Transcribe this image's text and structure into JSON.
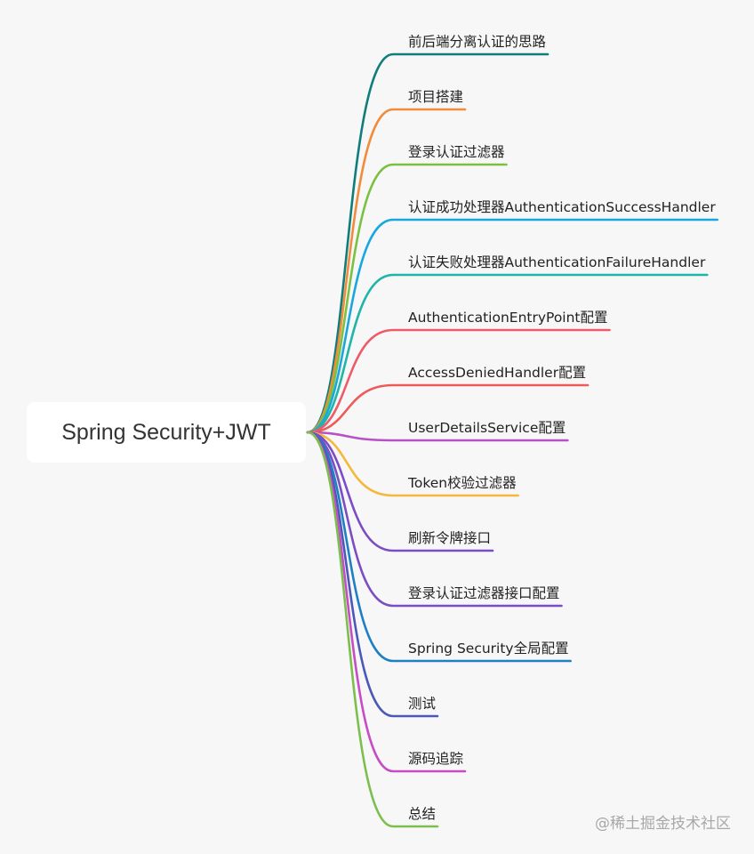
{
  "root": {
    "title": "Spring Security+JWT"
  },
  "branches": [
    {
      "label": "前后端分离认证的思路",
      "color": "#0f7d7a"
    },
    {
      "label": "项目搭建",
      "color": "#f08c3c"
    },
    {
      "label": "登录认证过滤器",
      "color": "#7ac143"
    },
    {
      "label": "认证成功处理器AuthenticationSuccessHandler",
      "color": "#1aa7e0"
    },
    {
      "label": "认证失败处理器AuthenticationFailureHandler",
      "color": "#1fb5a8"
    },
    {
      "label": "AuthenticationEntryPoint配置",
      "color": "#ef5a6a"
    },
    {
      "label": "AccessDeniedHandler配置",
      "color": "#ee5a5a"
    },
    {
      "label": "UserDetailsService配置",
      "color": "#b651c6"
    },
    {
      "label": "Token校验过滤器",
      "color": "#f6b83a"
    },
    {
      "label": "刷新令牌接口",
      "color": "#7b4dc4"
    },
    {
      "label": "登录认证过滤器接口配置",
      "color": "#7a4ec2"
    },
    {
      "label": "Spring Security全局配置",
      "color": "#1f7fc4"
    },
    {
      "label": "测试",
      "color": "#4a58b8"
    },
    {
      "label": "源码追踪",
      "color": "#c64dc4"
    },
    {
      "label": "总结",
      "color": "#7dbf4f"
    }
  ],
  "watermark": "@稀土掘金技术社区"
}
